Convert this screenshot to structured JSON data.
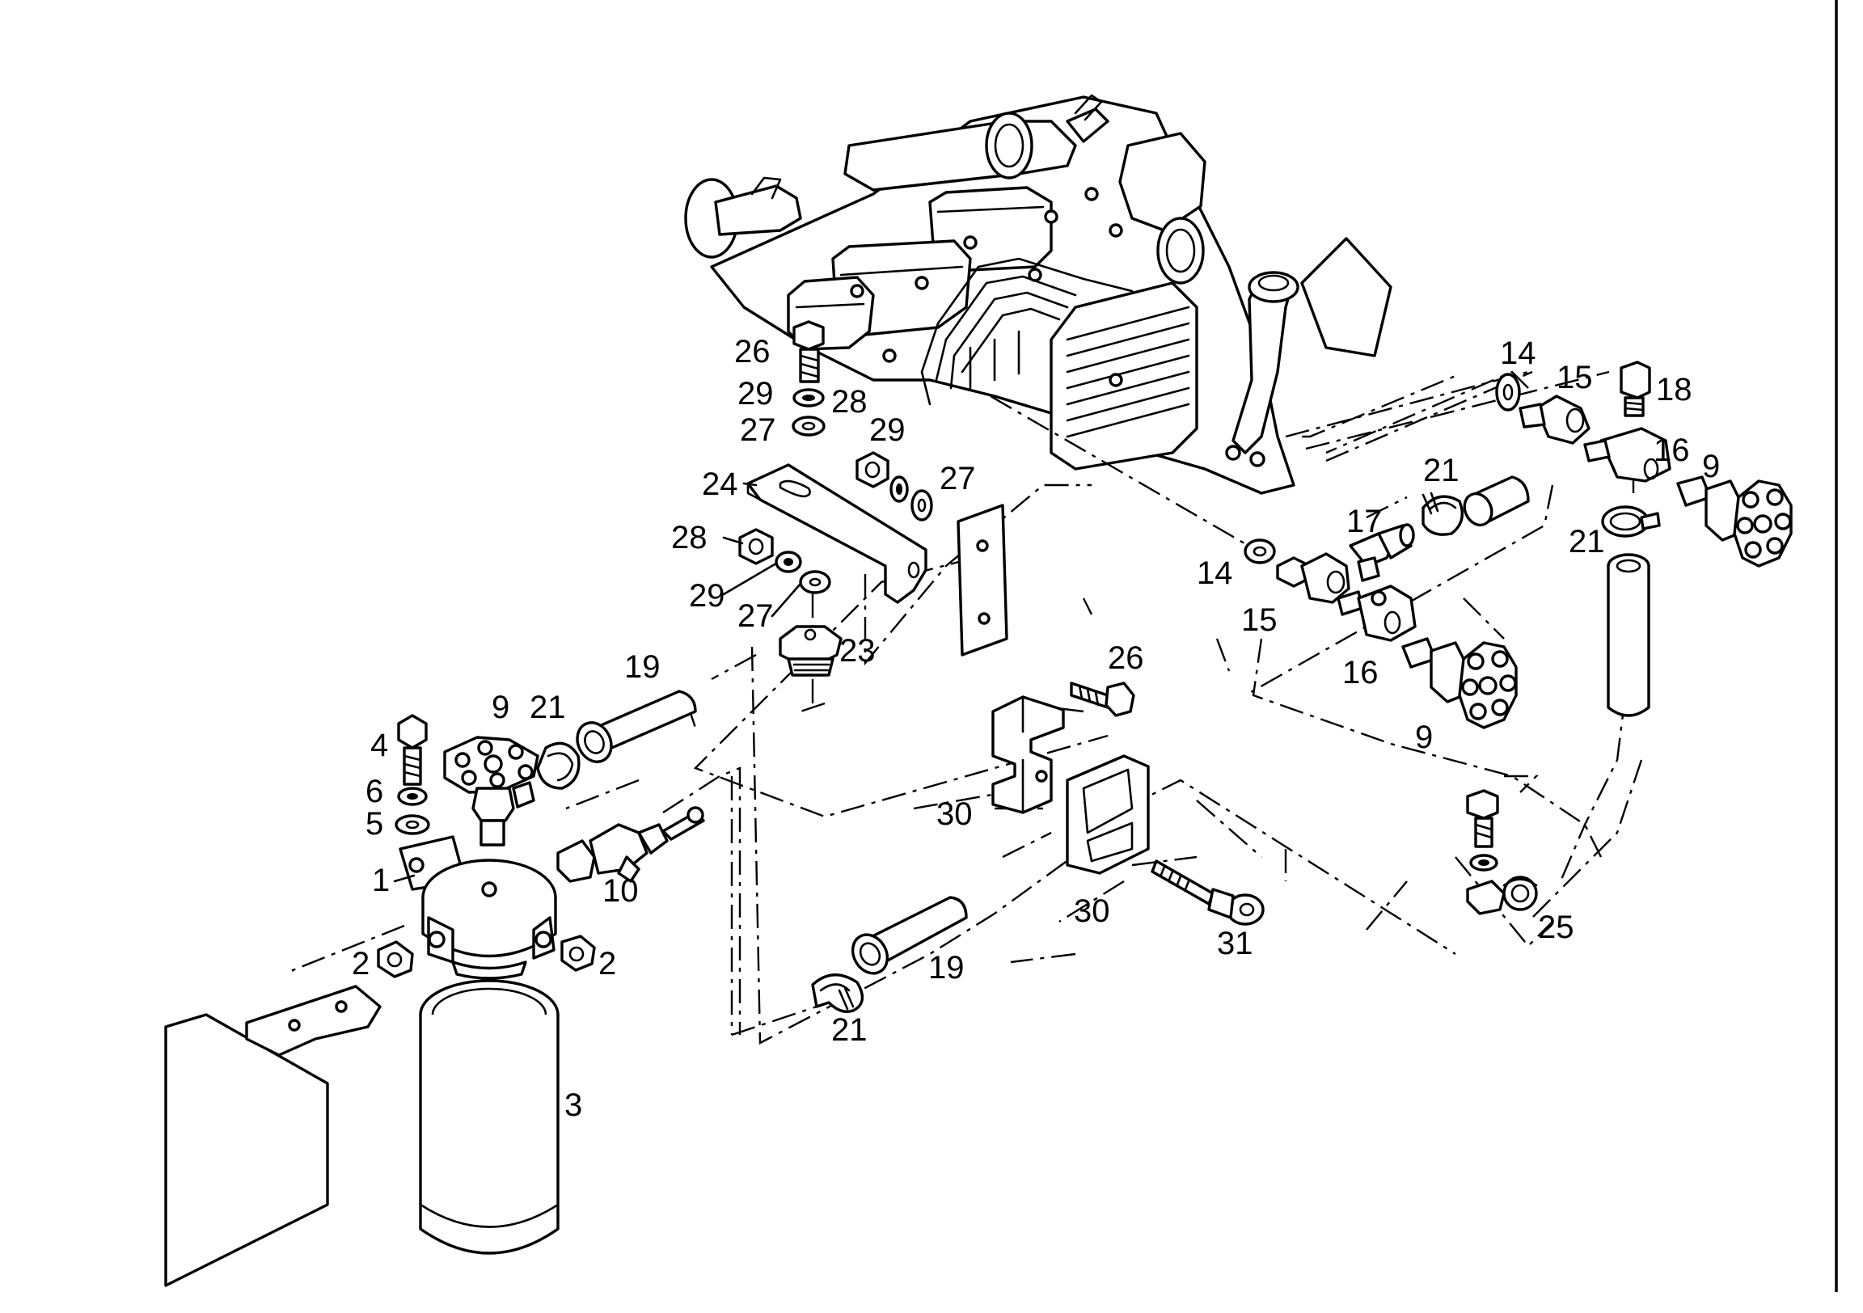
{
  "labels": {
    "l1": "1",
    "l2a": "2",
    "l2b": "2",
    "l3": "3",
    "l4": "4",
    "l5": "5",
    "l6": "6",
    "l9a": "9",
    "l9b": "9",
    "l9c": "9",
    "l10": "10",
    "l14a": "14",
    "l14b": "14",
    "l15a": "15",
    "l15b": "15",
    "l16a": "16",
    "l16b": "16",
    "l17": "17",
    "l18": "18",
    "l19a": "19",
    "l19b": "19",
    "l21a": "21",
    "l21b": "21",
    "l21c": "21",
    "l21d": "21",
    "l23": "23",
    "l24": "24",
    "l25": "25",
    "l26a": "26",
    "l26b": "26",
    "l27a": "27",
    "l27b": "27",
    "l27c": "27",
    "l28a": "28",
    "l28b": "28",
    "l29a": "29",
    "l29b": "29",
    "l29c": "29",
    "l30a": "30",
    "l30b": "30",
    "l31": "31"
  },
  "colors": {
    "line": "#000000",
    "background": "#ffffff"
  }
}
